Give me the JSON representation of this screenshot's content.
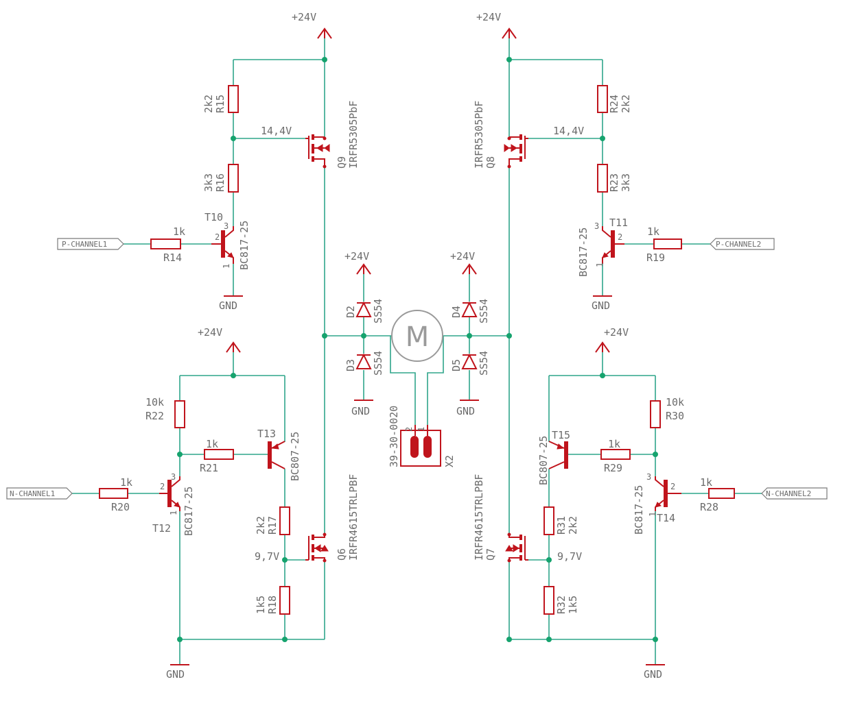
{
  "supply": {
    "v24": "+24V",
    "gnd": "GND"
  },
  "nets": {
    "p1": "P-CHANNEL1",
    "p2": "P-CHANNEL2",
    "n1": "N-CHANNEL1",
    "n2": "N-CHANNEL2",
    "v144": "14,4V",
    "v97": "9,7V"
  },
  "resistors": {
    "r14": {
      "name": "R14",
      "value": "1k"
    },
    "r15": {
      "name": "R15",
      "value": "2k2"
    },
    "r16": {
      "name": "R16",
      "value": "3k3"
    },
    "r17": {
      "name": "R17",
      "value": "2k2"
    },
    "r18": {
      "name": "R18",
      "value": "1k5"
    },
    "r19": {
      "name": "R19",
      "value": "1k"
    },
    "r20": {
      "name": "R20",
      "value": "1k"
    },
    "r21": {
      "name": "R21",
      "value": "1k"
    },
    "r22": {
      "name": "R22",
      "value": "10k"
    },
    "r23": {
      "name": "R23",
      "value": "3k3"
    },
    "r24": {
      "name": "R24",
      "value": "2k2"
    },
    "r28": {
      "name": "R28",
      "value": "1k"
    },
    "r29": {
      "name": "R29",
      "value": "1k"
    },
    "r30": {
      "name": "R30",
      "value": "10k"
    },
    "r31": {
      "name": "R31",
      "value": "2k2"
    },
    "r32": {
      "name": "R32",
      "value": "1k5"
    }
  },
  "transistors": {
    "t10": {
      "name": "T10",
      "value": "BC817-25"
    },
    "t11": {
      "name": "T11",
      "value": "BC817-25"
    },
    "t12": {
      "name": "T12",
      "value": "BC817-25"
    },
    "t13": {
      "name": "T13",
      "value": "BC807-25"
    },
    "t14": {
      "name": "T14",
      "value": "BC817-25"
    },
    "t15": {
      "name": "T15",
      "value": "BC807-25"
    }
  },
  "mosfets": {
    "q9": {
      "name": "Q9",
      "value": "IRFR5305PbF"
    },
    "q8": {
      "name": "Q8",
      "value": "IRFR5305PbF"
    },
    "q6": {
      "name": "Q6",
      "value": "IRFR4615TRLPBF"
    },
    "q7": {
      "name": "Q7",
      "value": "IRFR4615TRLPBF"
    }
  },
  "diodes": {
    "d2": {
      "name": "D2",
      "value": "SS54"
    },
    "d3": {
      "name": "D3",
      "value": "SS54"
    },
    "d4": {
      "name": "D4",
      "value": "SS54"
    },
    "d5": {
      "name": "D5",
      "value": "SS54"
    }
  },
  "connector": {
    "name": "X2",
    "value": "39-30-0020",
    "pin1": "1",
    "pin2": "2"
  },
  "motor": {
    "label": "M"
  },
  "pins": {
    "p1": "1",
    "p2": "2",
    "p3": "3"
  },
  "colors": {
    "wire": "#2ea58a",
    "symbol": "#c0141c",
    "text": "#6b6b6b",
    "junction": "#16a36e"
  }
}
